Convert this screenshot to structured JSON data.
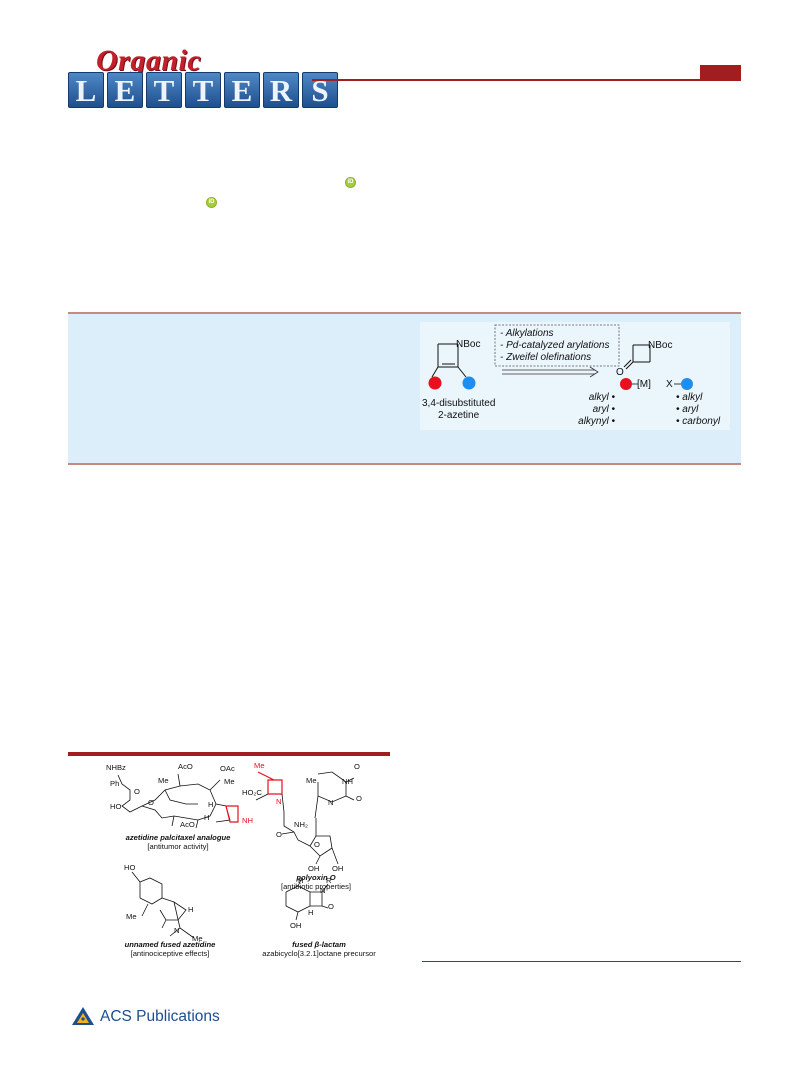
{
  "masthead": {
    "script_word": "Organic",
    "letters": [
      "L",
      "E",
      "T",
      "T",
      "E",
      "R",
      "S"
    ],
    "colors": {
      "script": "#c2202a",
      "tile_top": "#4f88c6",
      "tile_bottom": "#1f4f8e",
      "accent": "#a11d1f"
    }
  },
  "orcid_icons": [
    "orcid-icon",
    "orcid-icon"
  ],
  "abstract_graphic": {
    "methods": [
      "- Alkylations",
      "- Pd-catalyzed arylations",
      "- Zweifel olefinations"
    ],
    "left_group": "NBoc",
    "left_caption": [
      "3,4-disubstituted",
      "2-azetine"
    ],
    "right_group": "NBoc",
    "right_carbonyl": "O",
    "metal": "[M]",
    "x_label": "X",
    "left_types": [
      "alkyl •",
      "aryl •",
      "alkynyl •"
    ],
    "right_types": [
      "• alkyl",
      "• aryl",
      "• carbonyl"
    ],
    "colors": {
      "red_dot": "#e8101f",
      "blue_dot": "#1e8ff0",
      "panel": "#dbeef9"
    }
  },
  "figure": {
    "structures": [
      {
        "name": "azetidine palcitaxel analogue",
        "activity": "[antitumor activity]",
        "atoms": [
          "NHBz",
          "Ph",
          "HO",
          "O",
          "AcO",
          "OAc",
          "Me",
          "Me",
          "O",
          "H",
          "AcO",
          "H",
          "NH"
        ]
      },
      {
        "name": "polyoxin O",
        "activity": "[antibiotic properties]",
        "atoms": [
          "Me",
          "HO₂C",
          "N",
          "Me",
          "NH",
          "O",
          "N",
          "O",
          "NH₂",
          "O",
          "O",
          "OH",
          "OH"
        ]
      },
      {
        "name": "unnamed fused azetidine",
        "activity": "[antinociceptive effects]",
        "atoms": [
          "HO",
          "Me",
          "H",
          "N",
          "Me"
        ]
      },
      {
        "name": "fused β-lactam",
        "activity": "azabicyclo[3.2.1]octane precursor",
        "atoms": [
          "H",
          "R",
          "N",
          "O",
          "OH",
          "H"
        ]
      }
    ]
  },
  "footer": {
    "publisher": "ACS Publications"
  }
}
